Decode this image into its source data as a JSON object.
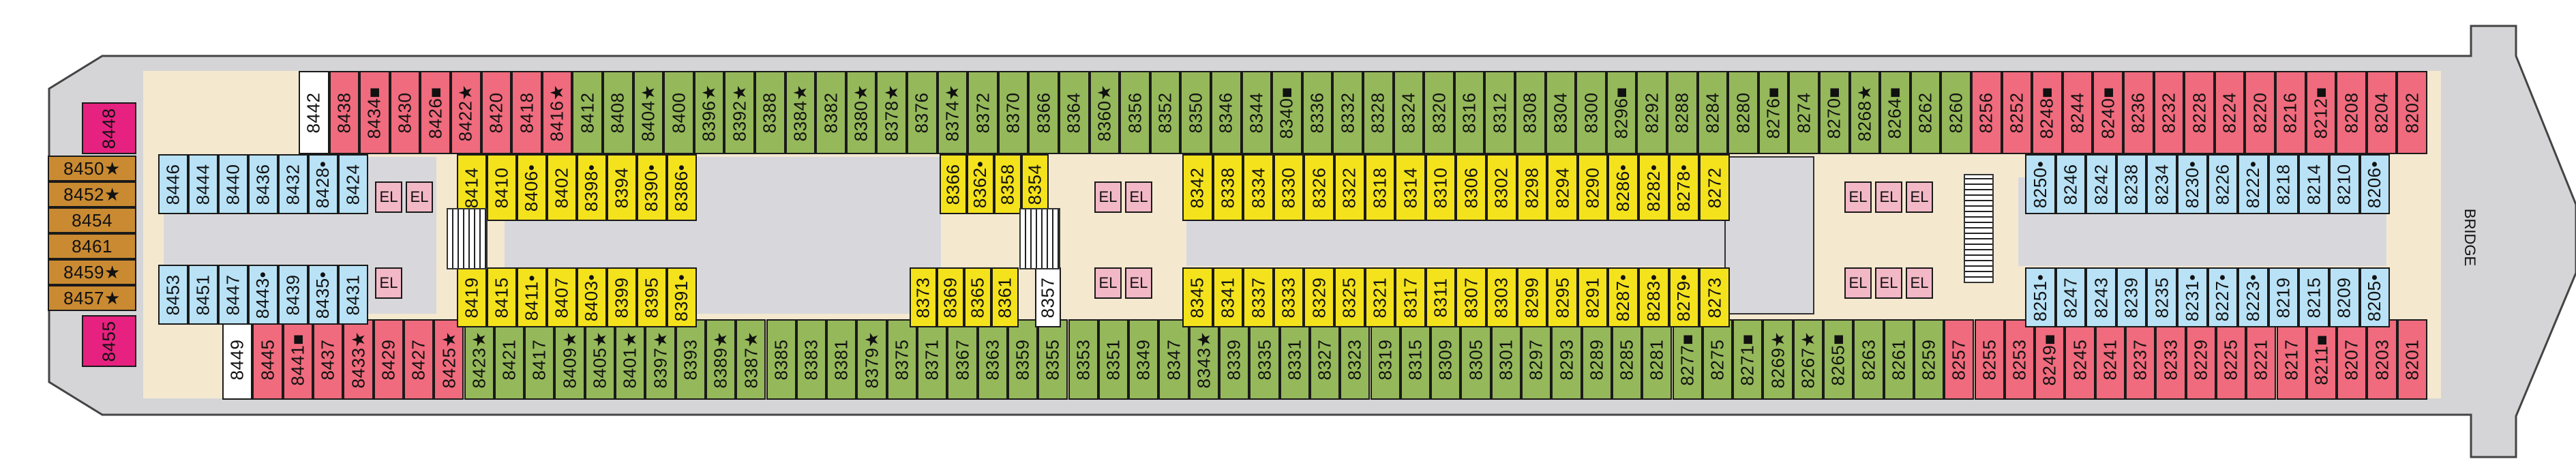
{
  "title": "",
  "colors": {
    "red": "#ef6b7d",
    "green": "#95b85a",
    "yellow": "#f4e21c",
    "blue": "#b9e2f6",
    "white": "#ffffff",
    "orange": "#c98a31",
    "magenta": "#e6217f",
    "floor": "#f4e8cf",
    "hull": "#d5d5d7",
    "elevator": "#f2b8c6"
  },
  "labels": {
    "bridge": "BRIDGE",
    "elevator": "EL"
  },
  "groups": [
    {
      "name": "top-outer",
      "color": "red",
      "cabins": [
        "8202",
        "8204",
        "8208",
        "8212■",
        "8216",
        "8220",
        "8224",
        "8228",
        "8232",
        "8236",
        "8240■",
        "8244",
        "8248■",
        "8252",
        "8256"
      ]
    },
    {
      "name": "top-outer",
      "color": "green",
      "cabins": [
        "8260",
        "8262",
        "8264■",
        "8268★",
        "8270■",
        "8274",
        "8276■",
        "8280",
        "8284",
        "8288",
        "8292",
        "8296■",
        "8300",
        "8304",
        "8308",
        "8312",
        "8316",
        "8320",
        "8324",
        "8328",
        "8332",
        "8336",
        "8340■",
        "8344",
        "8346",
        "8350",
        "8352",
        "8356",
        "8360★",
        "8364",
        "8366",
        "8370",
        "8372",
        "8374★",
        "8376",
        "8378★",
        "8380★",
        "8382",
        "8384★",
        "8388",
        "8392★",
        "8396★",
        "8400",
        "8404★",
        "8408",
        "8412"
      ]
    },
    {
      "name": "top-outer",
      "color": "red",
      "cabins": [
        "8416★",
        "8418",
        "8420",
        "8422★",
        "8426■",
        "8430",
        "8434■",
        "8438"
      ]
    },
    {
      "name": "top-outer",
      "color": "white",
      "cabins": [
        "8442"
      ]
    },
    {
      "name": "bottom-outer",
      "color": "red",
      "cabins": [
        "8201",
        "8203",
        "8207",
        "8211■",
        "8217",
        "8221",
        "8225",
        "8229",
        "8233",
        "8237",
        "8241",
        "8245",
        "8249■",
        "8253",
        "8255",
        "8257"
      ]
    },
    {
      "name": "bottom-outer",
      "color": "green",
      "cabins": [
        "8259",
        "8261",
        "8263",
        "8265■",
        "8267★",
        "8269★",
        "8271■",
        "8275",
        "8277■",
        "8281",
        "8285",
        "8289",
        "8293",
        "8297",
        "8301",
        "8305",
        "8309",
        "8315",
        "8319",
        "8323",
        "8327",
        "8331",
        "8335",
        "8339",
        "8343★",
        "8347",
        "8349",
        "8351",
        "8353",
        "8355",
        "8359",
        "8363",
        "8367",
        "8371",
        "8375",
        "8379★",
        "8381",
        "8383",
        "8385",
        "8387★",
        "8389★",
        "8393",
        "8397★",
        "8401★",
        "8405★",
        "8409★",
        "8417",
        "8421",
        "8423★"
      ]
    },
    {
      "name": "bottom-outer",
      "color": "red",
      "cabins": [
        "8425★",
        "8427",
        "8429",
        "8433★",
        "8437",
        "8441■",
        "8445"
      ]
    },
    {
      "name": "bottom-outer",
      "color": "white",
      "cabins": [
        "8449"
      ]
    },
    {
      "name": "aft-blue-top",
      "color": "blue",
      "cabins": [
        "8446",
        "8444",
        "8440",
        "8436",
        "8432",
        "8428•",
        "8424"
      ]
    },
    {
      "name": "aft-blue-bottom",
      "color": "blue",
      "cabins": [
        "8453",
        "8451",
        "8447",
        "8443•",
        "8439",
        "8435•",
        "8431"
      ]
    },
    {
      "name": "aft-end",
      "color": "orange",
      "cabins": [
        "8450★",
        "8452★",
        "8454",
        "8461",
        "8459★",
        "8457★"
      ]
    },
    {
      "name": "aft-corner",
      "color": "magenta",
      "cabins": [
        "8448",
        "8455"
      ]
    },
    {
      "name": "inner-yellow-top-1",
      "color": "yellow",
      "cabins": [
        "8414",
        "8410",
        "8406•",
        "8402",
        "8398•",
        "8394",
        "8390•",
        "8386•"
      ]
    },
    {
      "name": "inner-yellow-bottom-1",
      "color": "yellow",
      "cabins": [
        "8419",
        "8415",
        "8411•",
        "8407",
        "8403•",
        "8399",
        "8395",
        "8391•"
      ]
    },
    {
      "name": "inner-yellow-top-2",
      "color": "yellow",
      "cabins": [
        "8366",
        "8362•",
        "8358",
        "8354"
      ]
    },
    {
      "name": "inner-yellow-bottom-2",
      "color": "yellow",
      "cabins": [
        "8373",
        "8369",
        "8365",
        "8361"
      ]
    },
    {
      "name": "inner-white-2",
      "color": "white",
      "cabins": [
        "8357"
      ]
    },
    {
      "name": "inner-yellow-top-3",
      "color": "yellow",
      "cabins": [
        "8342",
        "8338",
        "8334",
        "8330",
        "8326",
        "8322",
        "8318",
        "8314",
        "8310",
        "8306",
        "8302",
        "8298",
        "8294",
        "8290",
        "8286•",
        "8282•",
        "8278•",
        "8272"
      ]
    },
    {
      "name": "inner-yellow-bottom-3",
      "color": "yellow",
      "cabins": [
        "8345",
        "8341",
        "8337",
        "8333",
        "8329",
        "8325",
        "8321",
        "8317",
        "8311",
        "8307",
        "8303",
        "8299",
        "8295",
        "8291",
        "8287•",
        "8283•",
        "8279•",
        "8273"
      ]
    },
    {
      "name": "fwd-blue-top",
      "color": "blue",
      "cabins": [
        "8250•",
        "8246",
        "8242",
        "8238",
        "8234",
        "8230•",
        "8226",
        "8222•",
        "8218",
        "8214",
        "8210",
        "8206•"
      ]
    },
    {
      "name": "fwd-blue-bottom",
      "color": "blue",
      "cabins": [
        "8251•",
        "8247",
        "8243",
        "8239",
        "8235",
        "8231•",
        "8227•",
        "8223•",
        "8219",
        "8215",
        "8209",
        "8205•"
      ]
    }
  ]
}
